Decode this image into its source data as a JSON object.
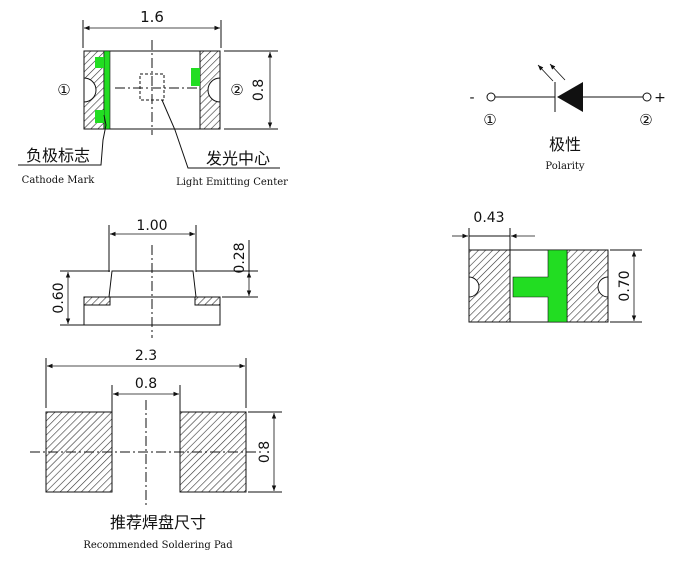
{
  "top_view": {
    "dim_length": "1.6",
    "dim_height": "0.8",
    "pin_left": "①",
    "pin_right": "②",
    "cathode_label_cn": "负极标志",
    "cathode_label_en": "Cathode Mark",
    "center_label_cn": "发光中心",
    "center_label_en": "Light Emitting Center"
  },
  "polarity": {
    "minus": "-",
    "plus": "+",
    "pin_left": "①",
    "pin_right": "②",
    "label_cn": "极性",
    "label_en": "Polarity"
  },
  "side_view": {
    "dim_lens_width": "1.00",
    "dim_lens_height": "0.28",
    "dim_total_height": "0.60"
  },
  "bottom_view": {
    "dim_pad_width": "0.43",
    "dim_height": "0.70"
  },
  "solder_pad": {
    "dim_total_width": "2.3",
    "dim_gap": "0.8",
    "dim_height": "0.8",
    "label_cn": "推荐焊盘尺寸",
    "label_en": "Recommended Soldering Pad"
  },
  "colors": {
    "marker_green": "#22dd22",
    "line": "#111111",
    "hatch": "#333333"
  }
}
